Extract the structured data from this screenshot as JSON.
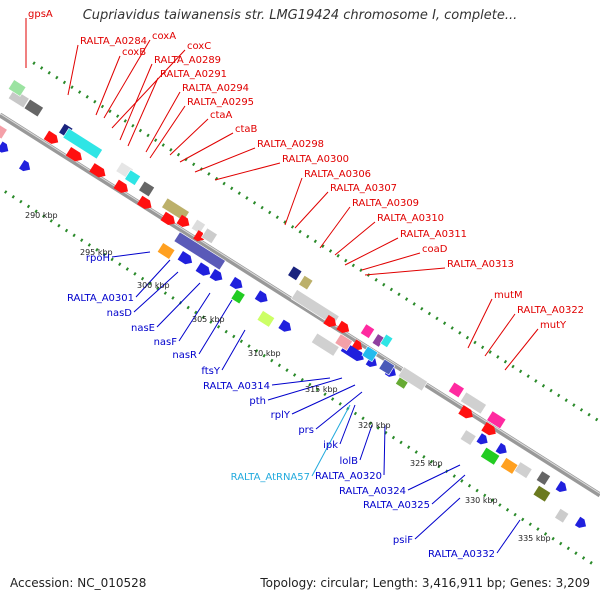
{
  "title": "Cupriavidus taiwanensis str. LMG19424 chromosome I, complete...",
  "footer": {
    "accession": "Accession: NC_010528",
    "topology": "Topology: circular; Length: 3,416,911 bp; Genes: 3,209"
  },
  "colors": {
    "forward_label": "#e00000",
    "reverse_label": "#0000cc",
    "rna_label": "#22aadd",
    "backbone": "#999999",
    "tick": "#2a8a2a"
  },
  "kbp_labels": [
    "290 kbp",
    "295 kbp",
    "300 kbp",
    "305 kbp",
    "310 kbp",
    "315 kbp",
    "320 kbp",
    "325 kbp",
    "330 kbp",
    "335 kbp"
  ],
  "top_labels": [
    "gpsA",
    "RALTA_A0284",
    "coxA",
    "coxB",
    "coxC",
    "RALTA_A0289",
    "RALTA_A0291",
    "RALTA_A0294",
    "RALTA_A0295",
    "ctaA",
    "ctaB",
    "RALTA_A0298",
    "RALTA_A0300",
    "RALTA_A0306",
    "RALTA_A0307",
    "RALTA_A0309",
    "RALTA_A0310",
    "RALTA_A0311",
    "coaD",
    "RALTA_A0313",
    "mutM",
    "RALTA_A0322",
    "mutY"
  ],
  "bottom_labels": [
    "rpoH",
    "RALTA_A0301",
    "nasD",
    "nasE",
    "nasF",
    "nasR",
    "ftsY",
    "RALTA_A0314",
    "pth",
    "rplY",
    "prs",
    "ipk",
    "RALTA_AtRNA57",
    "lolB",
    "RALTA_A0320",
    "RALTA_A0324",
    "RALTA_A0325",
    "psiF",
    "RALTA_A0332"
  ]
}
